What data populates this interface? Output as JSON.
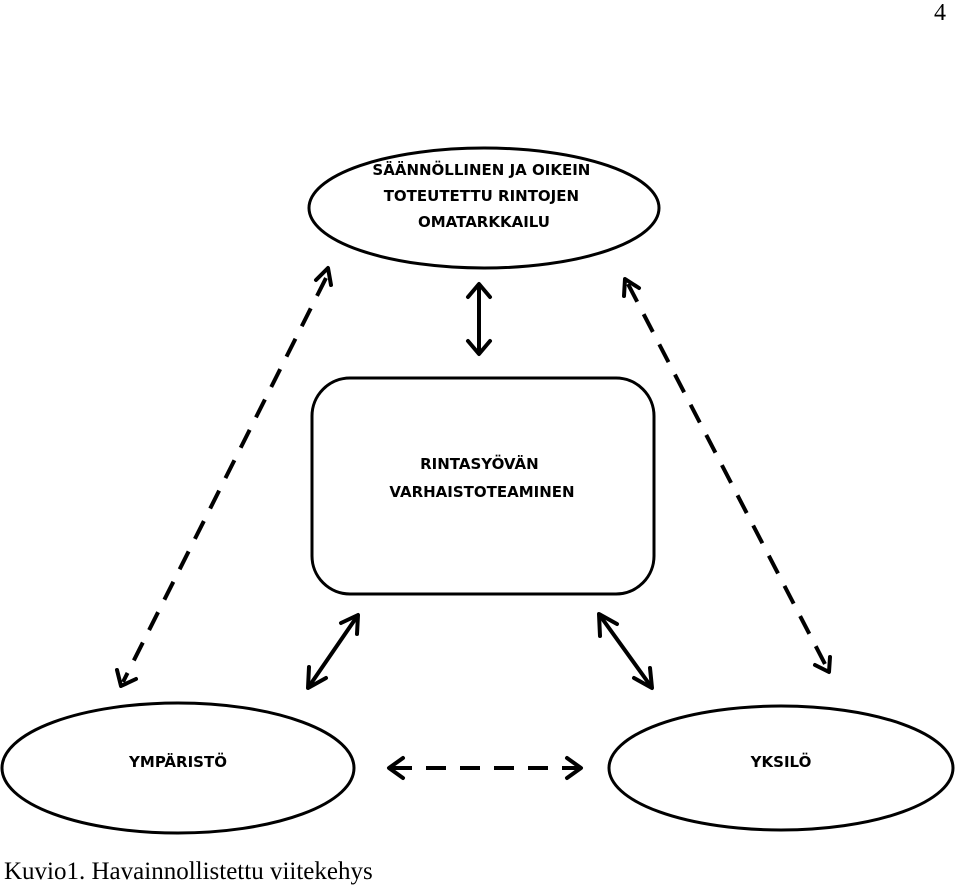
{
  "page_number": "4",
  "nodes": {
    "top": {
      "lines": [
        "SÄÄNNÖLLINEN JA OIKEIN",
        "TOTEUTETTU RINTOJEN",
        "OMATARKKAILU"
      ]
    },
    "center": {
      "lines": [
        "RINTASYÖVÄN",
        "VARHAISTOTEAMINEN"
      ]
    },
    "left": {
      "lines": [
        "YMPÄRISTÖ"
      ]
    },
    "right": {
      "lines": [
        "YKSILÖ"
      ]
    }
  },
  "caption": {
    "label": "Kuvio1.",
    "text": "Havainnollistettu viitekehys"
  },
  "colors": {
    "stroke": "#000000",
    "background": "#ffffff"
  }
}
